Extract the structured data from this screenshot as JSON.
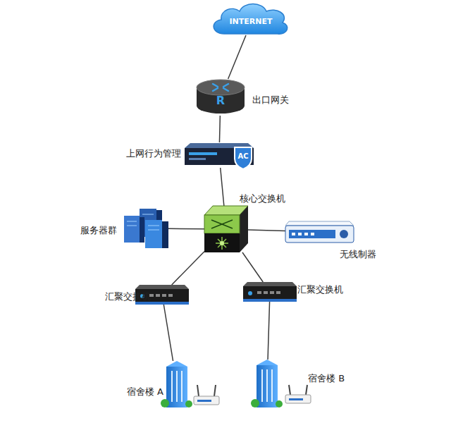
{
  "diagram": {
    "nodes": [
      {
        "text": [
          "INTERNET"
        ]
      },
      {
        "text": [
          "R",
          "出口网关"
        ]
      },
      {
        "text": [
          "AC",
          "上网行为管理"
        ]
      },
      {
        "text": [
          "核心交换机"
        ]
      },
      {
        "text": [
          "服务器群"
        ]
      },
      {
        "text": [
          "无线制器"
        ]
      },
      {
        "text": [
          "汇聚交换机"
        ]
      },
      {
        "text": [
          "汇聚交换机"
        ]
      },
      {
        "text": [
          "宿舍楼 A"
        ]
      },
      {
        "text": [
          "宿舍楼 B"
        ]
      }
    ],
    "edges": [
      {
        "from": 0,
        "to": 1,
        "arrow": "none"
      },
      {
        "from": 1,
        "to": 2,
        "arrow": "none"
      },
      {
        "from": 2,
        "to": 3,
        "arrow": "none"
      },
      {
        "from": 4,
        "to": 3,
        "arrow": "none"
      },
      {
        "from": 3,
        "to": 5,
        "arrow": "none"
      },
      {
        "from": 3,
        "to": 6,
        "arrow": "none"
      },
      {
        "from": 3,
        "to": 7,
        "arrow": "none"
      },
      {
        "from": 6,
        "to": 8,
        "arrow": "none"
      },
      {
        "from": 7,
        "to": 9,
        "arrow": "none"
      }
    ]
  }
}
